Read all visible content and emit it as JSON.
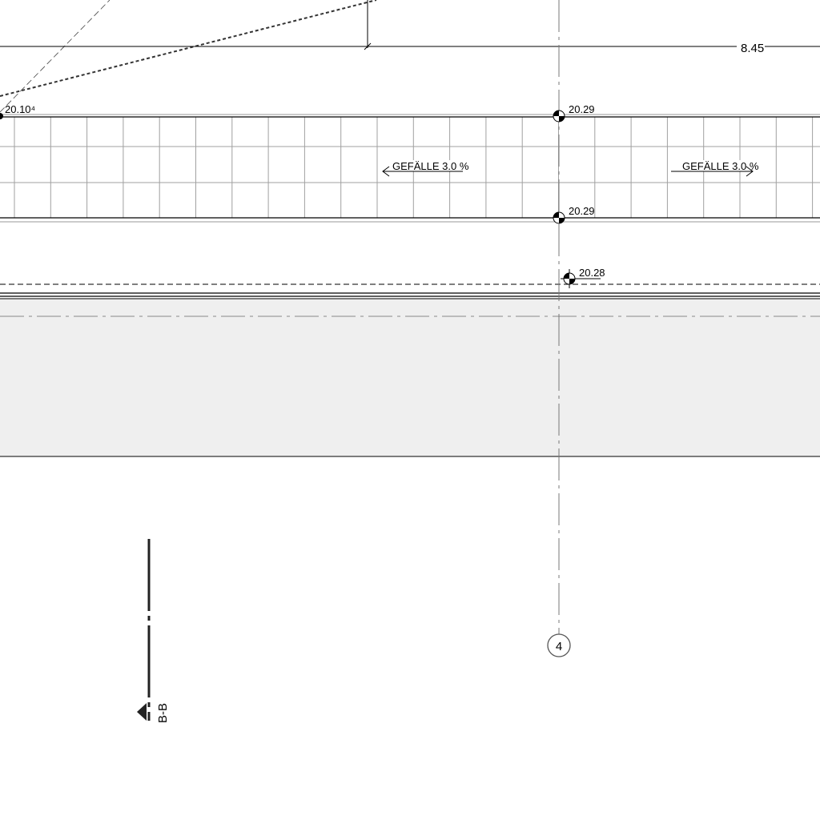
{
  "drawing": {
    "dimension_label": "8.45",
    "levels": {
      "left_corner": "20.10⁴",
      "axis_top": "20.29",
      "axis_mid": "20.29",
      "curb": "20.28"
    },
    "slope_left": "GEFÄLLE 3.0 %",
    "slope_right": "GEFÄLLE 3.0 %",
    "axis_label": "4",
    "section_label": "B-B",
    "colors": {
      "line": "#000000",
      "grid": "#a0a0a0",
      "fill": "#efefef"
    }
  }
}
